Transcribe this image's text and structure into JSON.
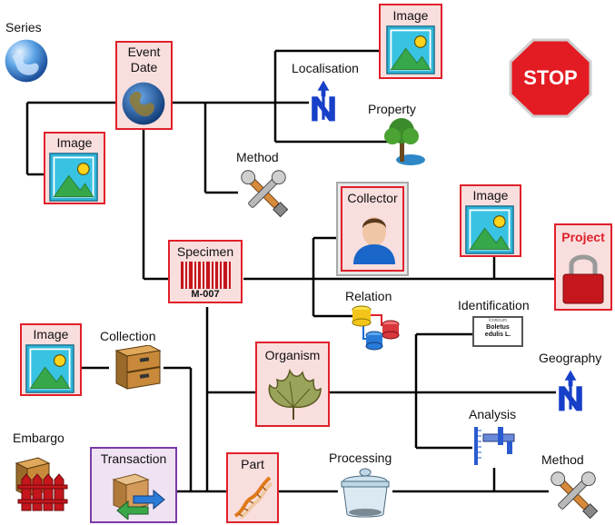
{
  "labels": {
    "series": "Series",
    "image_top": "Image",
    "event_date": "Event\nDate",
    "localisation": "Localisation",
    "property": "Property",
    "stop": "STOP",
    "image_left": "Image",
    "method_top": "Method",
    "collector": "Collector",
    "image_mid": "Image",
    "project": "Project",
    "specimen": "Specimen",
    "barcode": "M-007",
    "relation": "Relation",
    "identification": "Identification",
    "id_card_top": "Iconicum",
    "id_card_line1": "Boletus",
    "id_card_line2": "edulis L.",
    "image_bottom": "Image",
    "collection": "Collection",
    "organism": "Organism",
    "geography": "Geography",
    "embargo": "Embargo",
    "analysis": "Analysis",
    "transaction": "Transaction",
    "part": "Part",
    "processing": "Processing",
    "method_bottom": "Method"
  },
  "colors": {
    "box_border": "#e0202a",
    "box_fill": "#f9dede",
    "transaction_border": "#7a3aa6",
    "collector_border": "#a9a9a9",
    "line": "#000000",
    "stop_fill": "#e31b23",
    "localisation_glyph": "#1740c8"
  },
  "icons": {
    "series": "globe-icon",
    "event_date": "earth-icon",
    "image": "picture-icon",
    "localisation": "north-arrow-icon",
    "property": "tree-pond-icon",
    "stop": "stop-sign-icon",
    "method": "tools-icon",
    "collector": "person-icon",
    "project": "padlock-icon",
    "specimen": "barcode-icon",
    "relation": "database-icon",
    "identification": "label-card-icon",
    "collection": "cabinet-icon",
    "organism": "leaf-icon",
    "geography": "north-arrow-icon",
    "embargo": "fence-icon",
    "analysis": "caliper-icon",
    "transaction": "package-exchange-icon",
    "part": "dna-icon",
    "processing": "glass-jar-icon"
  }
}
